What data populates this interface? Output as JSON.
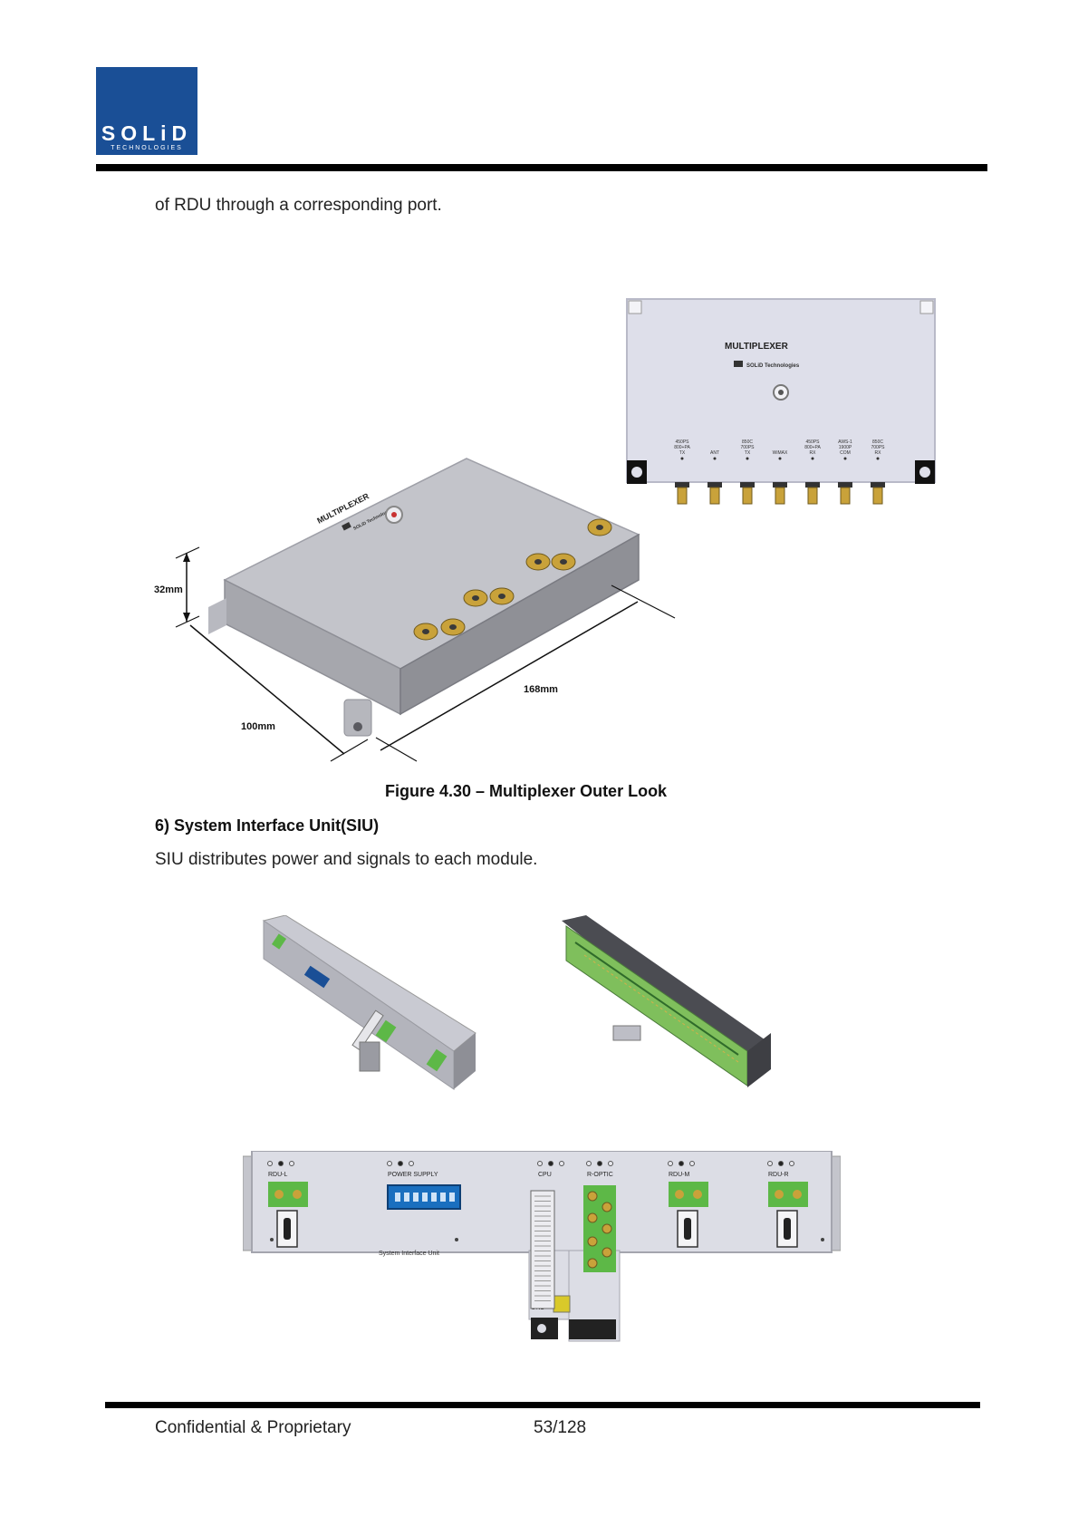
{
  "logo": {
    "name": "SOLiD",
    "sub": "TECHNOLOGIES"
  },
  "intro_text": "of RDU through a corresponding port.",
  "multiplexer": {
    "label": "MULTIPLEXER",
    "brand": "SOLiD Technologies",
    "port_labels": [
      [
        "450PS",
        "800+PA",
        "TX"
      ],
      [
        "ANT"
      ],
      [
        "850C",
        "700PS",
        "TX"
      ],
      [
        "WiMAX"
      ],
      [
        "450PS",
        "800+PA",
        "RX"
      ],
      [
        "AWS-1",
        "1900P",
        "COM"
      ],
      [
        "850C",
        "700PS",
        "RX"
      ]
    ],
    "dim_height": "32mm",
    "dim_width": "100mm",
    "dim_length": "168mm"
  },
  "figure_caption": "Figure 4.30 – Multiplexer Outer Look",
  "section_heading": "6) System Interface Unit(SIU)",
  "section_text": "SIU distributes power and signals to each module.",
  "siu": {
    "slots": [
      "RDU-L",
      "POWER SUPPLY",
      "CPU",
      "R-OPTIC",
      "RDU-M",
      "RDU-R"
    ],
    "panel_label": "System Interface Unit",
    "gnd_label": "GND"
  },
  "footer": {
    "left": "Confidential & Proprietary",
    "page": "53/128"
  },
  "colors": {
    "brand_blue": "#1a4f96",
    "pcb_green": "#5db847",
    "connector_gold": "#c9a23a"
  }
}
